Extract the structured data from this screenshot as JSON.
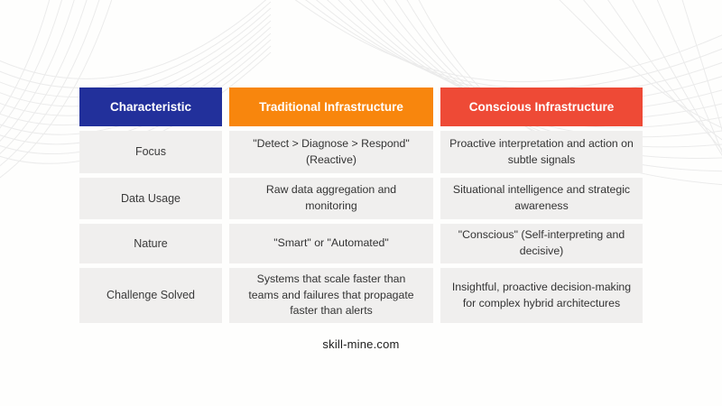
{
  "table": {
    "headers": [
      {
        "label": "Characteristic",
        "color": "#22309b"
      },
      {
        "label": "Traditional Infrastructure",
        "color": "#f8860d"
      },
      {
        "label": "Conscious Infrastructure",
        "color": "#ee4a36"
      }
    ],
    "rows": [
      {
        "cells": [
          "Focus",
          "\"Detect > Diagnose > Respond\"\n(Reactive)",
          "Proactive interpretation and action on\nsubtle signals"
        ]
      },
      {
        "cells": [
          "Data Usage",
          "Raw data aggregation and\nmonitoring",
          "Situational intelligence and strategic\nawareness"
        ]
      },
      {
        "cells": [
          "Nature",
          "\"Smart\" or \"Automated\"",
          "\"Conscious\" (Self-interpreting and\ndecisive)"
        ]
      },
      {
        "cells": [
          "Challenge Solved",
          "Systems that scale faster than\nteams and failures that propagate\nfaster than alerts",
          "Insightful, proactive decision-making\nfor complex hybrid architectures"
        ]
      }
    ]
  },
  "footer": {
    "website": "skill-mine.com"
  },
  "colors": {
    "header_text": "#ffffff",
    "header_characteristic_bg": "#22309b",
    "header_traditional_bg": "#f8860d",
    "header_conscious_bg": "#ee4a36",
    "body_cell_bg": "#f0efee",
    "body_text": "#333333",
    "page_background": "#fefefd",
    "wave_line": "#e8e8e8"
  }
}
